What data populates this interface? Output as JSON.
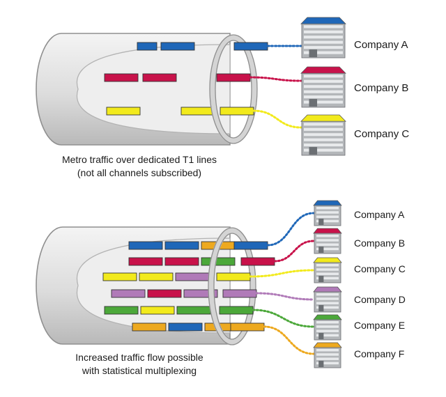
{
  "colors": {
    "blue": "#1f67b8",
    "red": "#c8124a",
    "yellow": "#f2ea1c",
    "purple": "#b07ab8",
    "green": "#4ca83a",
    "orange": "#eda91f",
    "pipe_fill": "#dcdcdc",
    "pipe_stroke": "#8f8f8f",
    "inner_fill": "#eeeeee"
  },
  "top_diagram": {
    "caption_line1": "Metro traffic over dedicated T1 lines",
    "caption_line2": "(not all channels subscribed)",
    "companies": [
      {
        "label": "Company A",
        "color_key": "blue"
      },
      {
        "label": "Company B",
        "color_key": "red"
      },
      {
        "label": "Company C",
        "color_key": "yellow"
      }
    ]
  },
  "bottom_diagram": {
    "caption_line1": "Increased traffic flow possible",
    "caption_line2": "with statistical multiplexing",
    "companies": [
      {
        "label": "Company A",
        "color_key": "blue"
      },
      {
        "label": "Company B",
        "color_key": "red"
      },
      {
        "label": "Company C",
        "color_key": "yellow"
      },
      {
        "label": "Company D",
        "color_key": "purple"
      },
      {
        "label": "Company E",
        "color_key": "green"
      },
      {
        "label": "Company F",
        "color_key": "orange"
      }
    ]
  }
}
